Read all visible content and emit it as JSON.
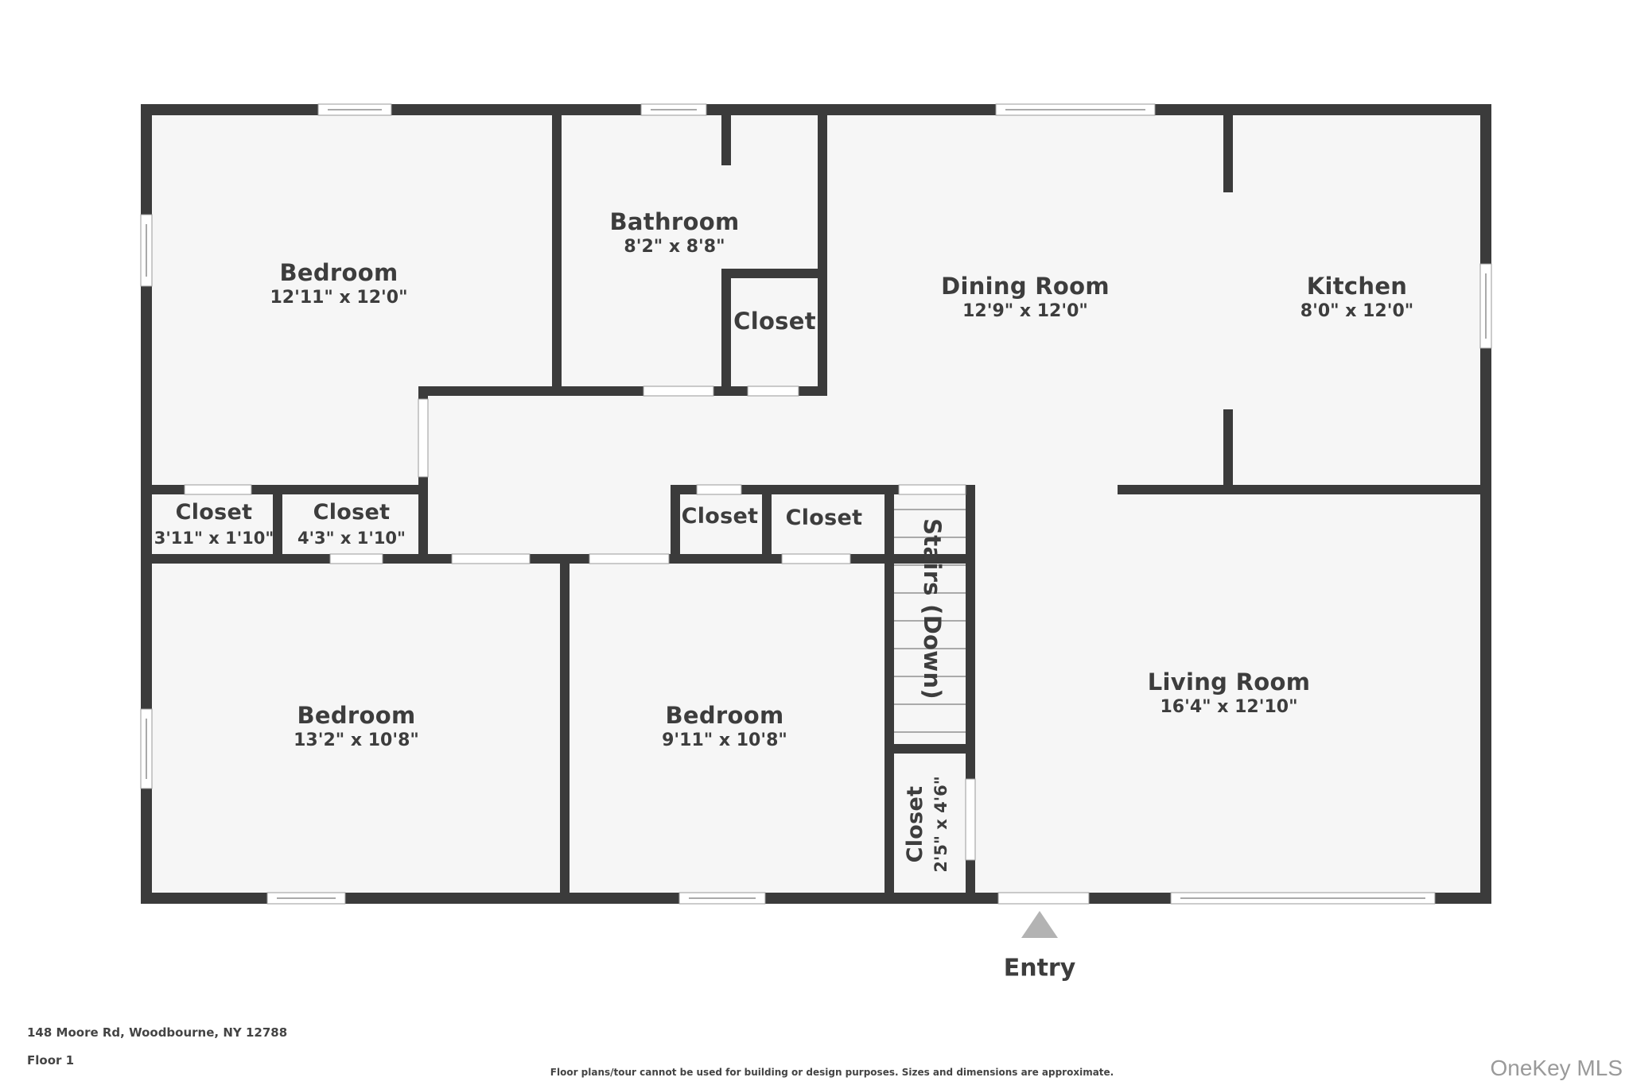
{
  "plan": {
    "wall_color": "#3b3b3b",
    "floor_color": "#f6f6f6",
    "rooms": [
      {
        "name": "Bedroom",
        "dims": "12'11\" x 12'0\""
      },
      {
        "name": "Bathroom",
        "dims": "8'2\" x 8'8\""
      },
      {
        "name": "Closet",
        "dims": ""
      },
      {
        "name": "Dining Room",
        "dims": "12'9\" x 12'0\""
      },
      {
        "name": "Kitchen",
        "dims": "8'0\" x 12'0\""
      },
      {
        "name": "Closet",
        "dims": "3'11\" x 1'10\""
      },
      {
        "name": "Closet",
        "dims": "4'3\" x 1'10\""
      },
      {
        "name": "Closet",
        "dims": ""
      },
      {
        "name": "Closet",
        "dims": ""
      },
      {
        "name": "Stairs (Down)",
        "dims": ""
      },
      {
        "name": "Bedroom",
        "dims": "13'2\" x 10'8\""
      },
      {
        "name": "Bedroom",
        "dims": "9'11\" x 10'8\""
      },
      {
        "name": "Living Room",
        "dims": "16'4\" x 12'10\""
      },
      {
        "name": "Closet",
        "dims": "2'5\" x 4'6\""
      }
    ],
    "entry_label": "Entry",
    "entry_icon": "triangle-up-arrow"
  },
  "footer": {
    "address": "148 Moore Rd, Woodbourne, NY 12788",
    "floor": "Floor 1",
    "disclaimer": "Floor plans/tour cannot be used for building or design purposes. Sizes and dimensions are approximate.",
    "brand": "OneKey MLS"
  }
}
